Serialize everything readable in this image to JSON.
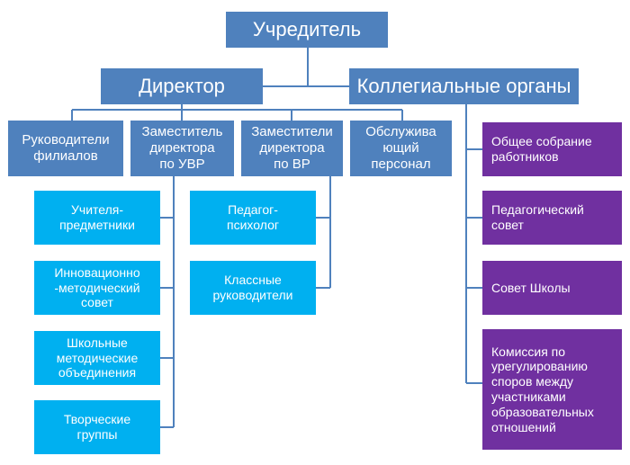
{
  "colors": {
    "blue": "#4f81bd",
    "cyan": "#00b0f0",
    "purple": "#7030a0",
    "line": "#4f81bd"
  },
  "top": {
    "founder": "Учредитель"
  },
  "level1": {
    "director": "Директор",
    "collegial": "Коллегиальные органы"
  },
  "level2": {
    "branch_heads": "Руководители\nфилиалов",
    "deputy_uvr": "Заместитель\nдиректора\nпо УВР",
    "deputy_vr": "Заместители\nдиректора\nпо ВР",
    "service_staff": "Обслужива\nющий\nперсонал"
  },
  "uvr_units": [
    "Учителя-\nпредметники",
    "Инновационно\n-методический\nсовет",
    "Школьные\nметодические\nобъединения",
    "Творческие\nгруппы"
  ],
  "vr_units": [
    "Педагог-\nпсихолог",
    "Классные\nруководители"
  ],
  "collegial_units": [
    "Общее собрание\nработников",
    "Педагогический\nсовет",
    "Совет Школы",
    "Комиссия по\nурегулированию\nспоров между\nучастниками\nобразовательных\nотношений"
  ]
}
